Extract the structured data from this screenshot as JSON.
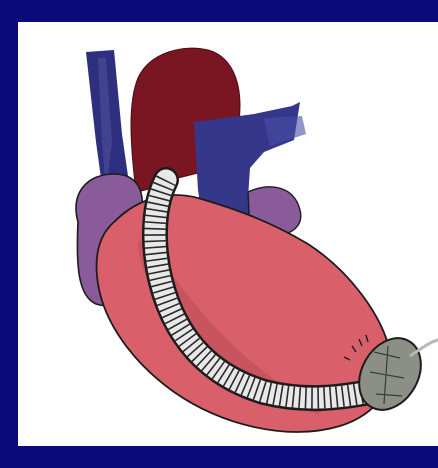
{
  "figure": {
    "frame_color": "#0b0a7c",
    "panel_color": "#ffffff",
    "colors": {
      "aorta": "#7a1522",
      "vena_cava": "#2e2f7e",
      "pulmonary_artery": "#34378a",
      "atrium": "#8a5b9b",
      "ventricle": "#d9606a",
      "ventricle_shade": "#b84a56",
      "outline": "#1c1c1c",
      "graft": "#e6e6e6",
      "pump": "#8c8f86",
      "lead": "#b8b8b8"
    },
    "icons": [
      "heart-illustration",
      "outflow-graft",
      "lvad-pump",
      "driveline-cable"
    ]
  }
}
